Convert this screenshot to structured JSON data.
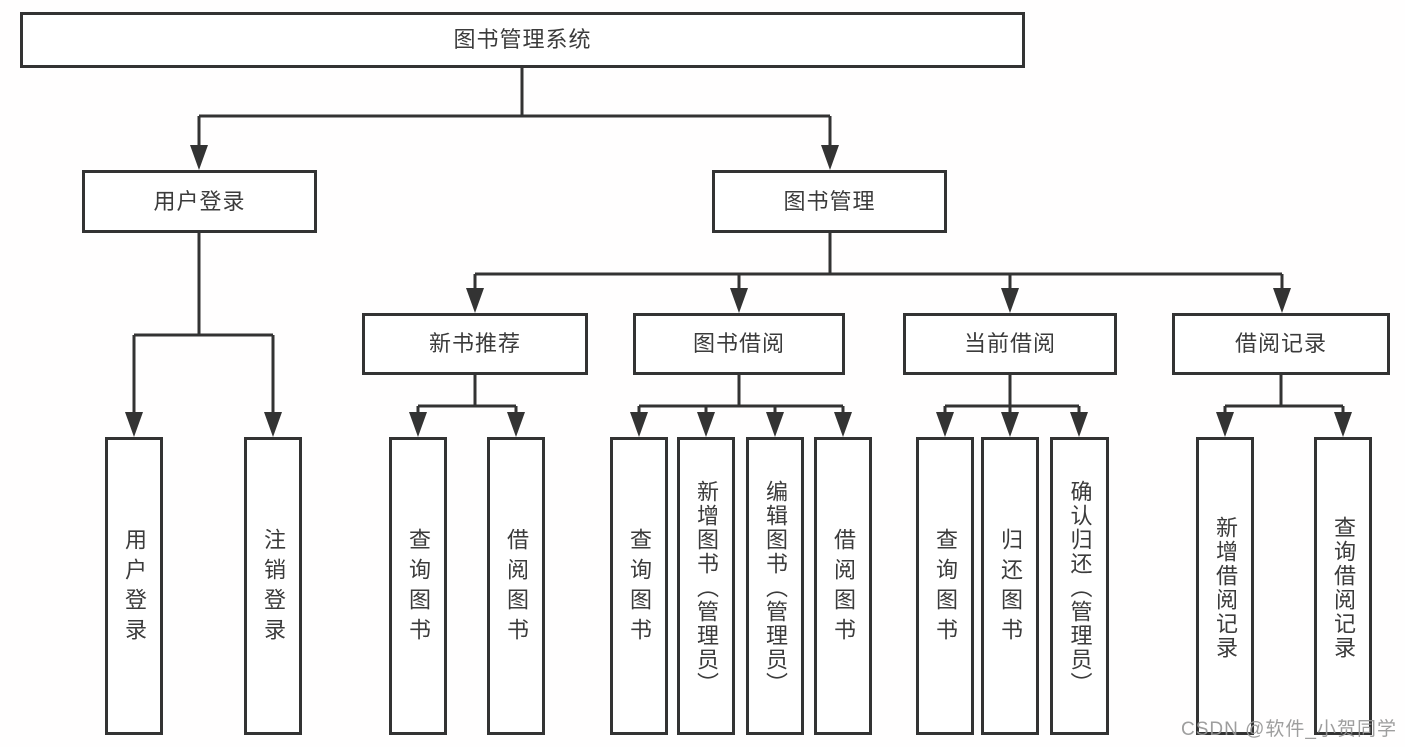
{
  "tree": {
    "label": "图书管理系统",
    "children": [
      {
        "label": "用户登录",
        "children": [
          {
            "label": "用户登录"
          },
          {
            "label": "注销登录"
          }
        ]
      },
      {
        "label": "图书管理",
        "children": [
          {
            "label": "新书推荐",
            "children": [
              {
                "label": "查询图书"
              },
              {
                "label": "借阅图书"
              }
            ]
          },
          {
            "label": "图书借阅",
            "children": [
              {
                "label": "查询图书"
              },
              {
                "label": "新增图书（管理员）"
              },
              {
                "label": "编辑图书（管理员）"
              },
              {
                "label": "借阅图书"
              }
            ]
          },
          {
            "label": "当前借阅",
            "children": [
              {
                "label": "查询图书"
              },
              {
                "label": "归还图书"
              },
              {
                "label": "确认归还（管理员）"
              }
            ]
          },
          {
            "label": "借阅记录",
            "children": [
              {
                "label": "新增借阅记录"
              },
              {
                "label": "查询借阅记录"
              }
            ]
          }
        ]
      }
    ]
  },
  "watermark": {
    "text": "CSDN @软件_小贺同学"
  },
  "colors": {
    "line": "#333333",
    "text": "#3b3b3b",
    "watermark": "#969696"
  }
}
